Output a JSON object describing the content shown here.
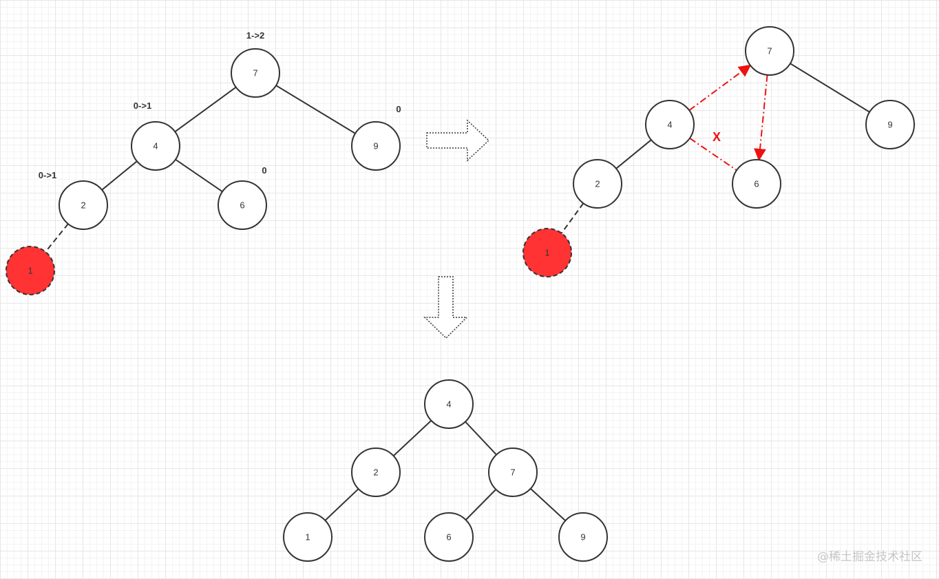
{
  "colors": {
    "node_fill": "#ffffff",
    "node_stroke": "#333333",
    "highlight_node": "#ff3333",
    "rotation_arrows": "#ee1111"
  },
  "before_tree": {
    "nodes": [
      {
        "id": "n7",
        "label": "7",
        "balance_factor": "1->2"
      },
      {
        "id": "n4",
        "label": "4",
        "balance_factor": "0->1"
      },
      {
        "id": "n9",
        "label": "9",
        "balance_factor": "0"
      },
      {
        "id": "n2",
        "label": "2",
        "balance_factor": "0->1"
      },
      {
        "id": "n6",
        "label": "6",
        "balance_factor": "0"
      },
      {
        "id": "n1",
        "label": "1",
        "highlight": true
      }
    ],
    "edges": [
      {
        "from": "n7",
        "to": "n4"
      },
      {
        "from": "n7",
        "to": "n9"
      },
      {
        "from": "n4",
        "to": "n2"
      },
      {
        "from": "n4",
        "to": "n6"
      },
      {
        "from": "n2",
        "to": "n1",
        "dashed": true
      }
    ]
  },
  "rotation_step": {
    "nodes": [
      {
        "id": "n7",
        "label": "7"
      },
      {
        "id": "n4",
        "label": "4"
      },
      {
        "id": "n9",
        "label": "9"
      },
      {
        "id": "n2",
        "label": "2"
      },
      {
        "id": "n6",
        "label": "6"
      },
      {
        "id": "n1",
        "label": "1",
        "highlight": true
      }
    ],
    "edges": [
      {
        "from": "n7",
        "to": "n9"
      },
      {
        "from": "n4",
        "to": "n2"
      },
      {
        "from": "n2",
        "to": "n1",
        "dashed": true
      }
    ],
    "moves": [
      {
        "from": "n4",
        "to": "n7"
      },
      {
        "from": "n7",
        "to": "n6"
      },
      {
        "from": "n4",
        "to": "n6",
        "removed": true
      }
    ],
    "removed_mark": "X"
  },
  "after_tree": {
    "nodes": [
      {
        "id": "n4",
        "label": "4"
      },
      {
        "id": "n2",
        "label": "2"
      },
      {
        "id": "n7",
        "label": "7"
      },
      {
        "id": "n1",
        "label": "1"
      },
      {
        "id": "n6",
        "label": "6"
      },
      {
        "id": "n9",
        "label": "9"
      }
    ],
    "edges": [
      {
        "from": "n4",
        "to": "n2"
      },
      {
        "from": "n4",
        "to": "n7"
      },
      {
        "from": "n2",
        "to": "n1"
      },
      {
        "from": "n7",
        "to": "n6"
      },
      {
        "from": "n7",
        "to": "n9"
      }
    ]
  },
  "watermark": "@稀土掘金技术社区"
}
